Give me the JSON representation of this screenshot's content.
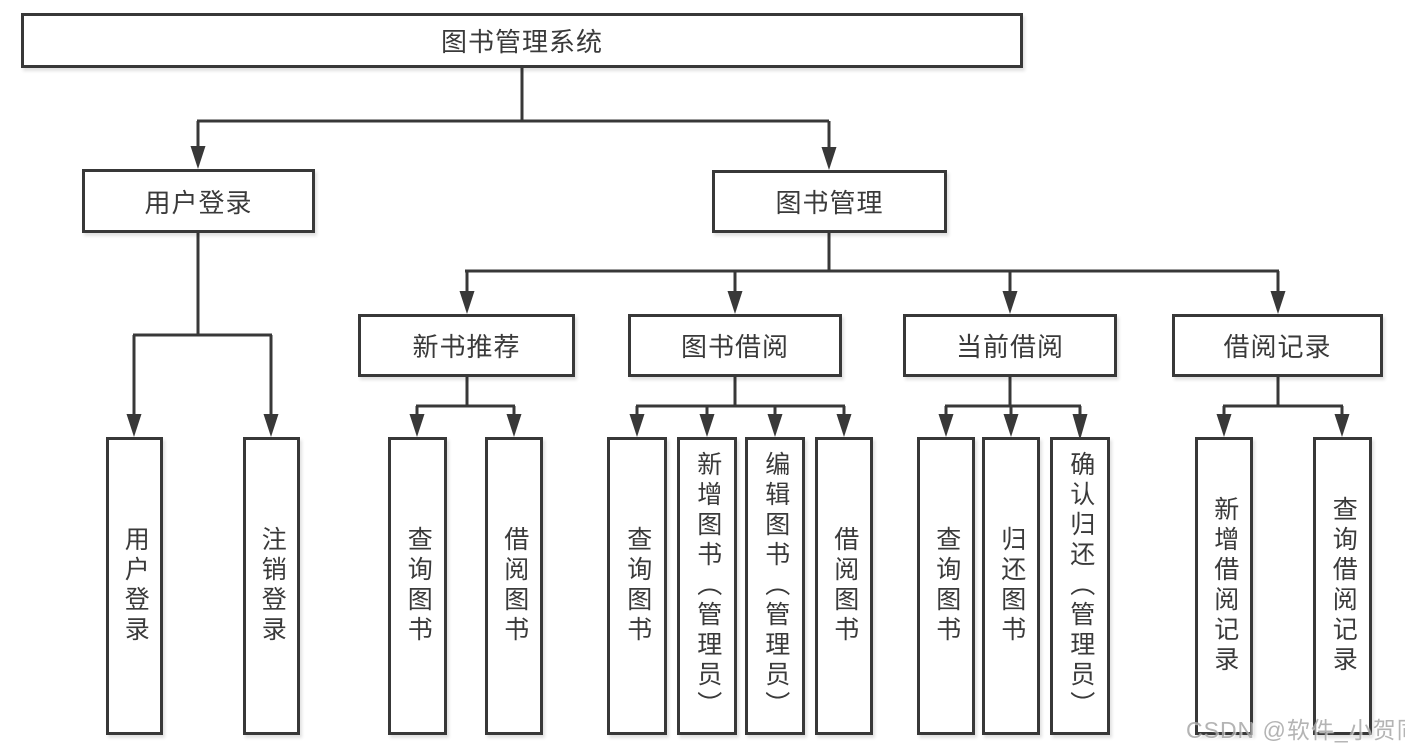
{
  "root": {
    "label": "图书管理系统"
  },
  "level2": [
    {
      "label": "用户登录"
    },
    {
      "label": "图书管理"
    }
  ],
  "level3": [
    {
      "label": "新书推荐"
    },
    {
      "label": "图书借阅"
    },
    {
      "label": "当前借阅"
    },
    {
      "label": "借阅记录"
    }
  ],
  "leaves": [
    {
      "label": "用户登录"
    },
    {
      "label": "注销登录"
    },
    {
      "label": "查询图书"
    },
    {
      "label": "借阅图书"
    },
    {
      "label": "查询图书"
    },
    {
      "label": "新增图书（管理员）"
    },
    {
      "label": "编辑图书（管理员）"
    },
    {
      "label": "借阅图书"
    },
    {
      "label": "查询图书"
    },
    {
      "label": "归还图书"
    },
    {
      "label": "确认归还（管理员）"
    },
    {
      "label": "新增借阅记录"
    },
    {
      "label": "查询借阅记录"
    }
  ],
  "watermark": {
    "text": "CSDN @软件_小贺同学"
  },
  "colors": {
    "line": "#383838",
    "text": "#3a3a3a",
    "box_background": "#ffffff",
    "page_background": "#ffffff",
    "watermark": "#a8a8a8"
  }
}
